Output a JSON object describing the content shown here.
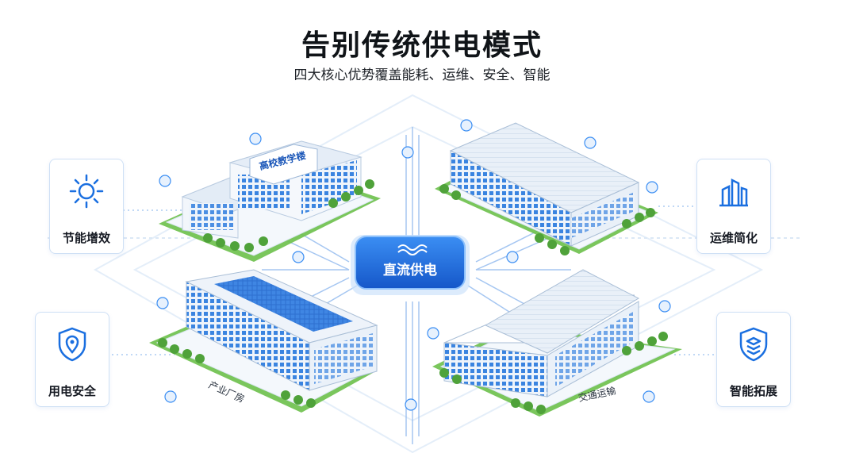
{
  "title": "告别传统供电模式",
  "subtitle": "四大核心优势覆盖能耗、运维、安全、智能",
  "center_label": "直流供电",
  "buildings": {
    "school": "高校教学楼",
    "factory": "产业厂房",
    "transport": "交通运输"
  },
  "cards": {
    "energy": "节能增效",
    "maintenance": "运维简化",
    "safety": "用电安全",
    "smart": "智能拓展"
  },
  "colors": {
    "accent": "#1a6fe0",
    "green": "#6cc04a",
    "line": "#8fb8ee"
  }
}
